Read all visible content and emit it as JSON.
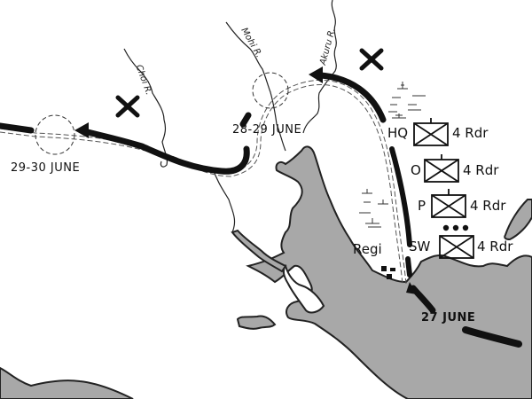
{
  "map": {
    "type": "historical military operations map",
    "colors": {
      "water": "#a8a8a8",
      "coast": "#222222",
      "route": "#111111",
      "land": "#ffffff"
    },
    "rivers": [
      {
        "label": "Choi R."
      },
      {
        "label": "Mohi R."
      },
      {
        "label": "Akuru R."
      }
    ],
    "dates": [
      {
        "label": "29-30 JUNE"
      },
      {
        "label": "28-29 JUNE"
      },
      {
        "label": "27 JUNE"
      }
    ],
    "units": [
      {
        "id": "HQ",
        "label": "HQ",
        "size": "4 Rdr",
        "symbol": "infantry"
      },
      {
        "id": "O",
        "label": "O",
        "size": "4 Rdr",
        "symbol": "infantry"
      },
      {
        "id": "P",
        "label": "P",
        "size": "4 Rdr",
        "symbol": "infantry"
      },
      {
        "id": "SW",
        "label": "SW",
        "size": "4 Rdr",
        "symbol": "infantry-regiment"
      }
    ],
    "places": [
      {
        "label": "Regi"
      }
    ],
    "markers": [
      {
        "type": "crossed-swords-x",
        "note": "engagement"
      },
      {
        "type": "crossed-swords-x",
        "note": "engagement"
      }
    ]
  }
}
